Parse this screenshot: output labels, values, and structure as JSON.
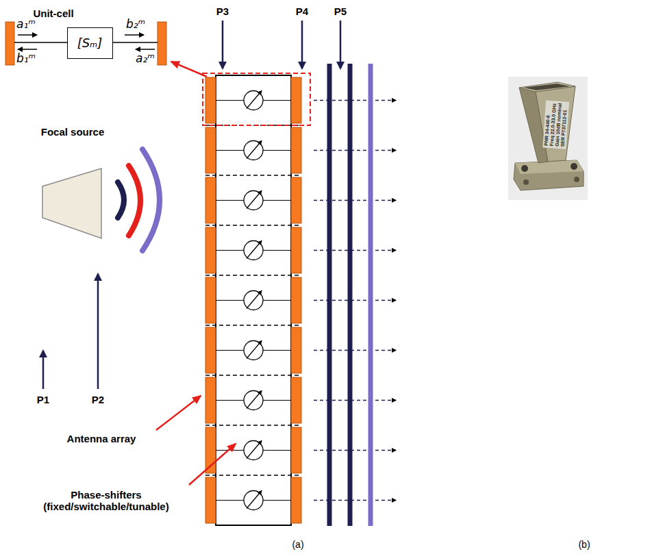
{
  "diagram": {
    "nodes": [
      {
        "text": [
          "Unit-cell",
          "[Sₘ]"
        ]
      }
    ],
    "labels": [
      "a₁ᵐ",
      "b₁ᵐ",
      "b₂ᵐ",
      "a₂ᵐ",
      "P3",
      "P4",
      "P5",
      "Focal source",
      "P1",
      "P2",
      "Antenna array",
      "Phase-shifters (fixed/switchable/tunable)",
      "(a)",
      "(b)",
      "PNR 34-440-6",
      "Freq 22.0-33.0 GHz",
      "Gain 10dB nominal",
      "SER P737112-01"
    ]
  }
}
